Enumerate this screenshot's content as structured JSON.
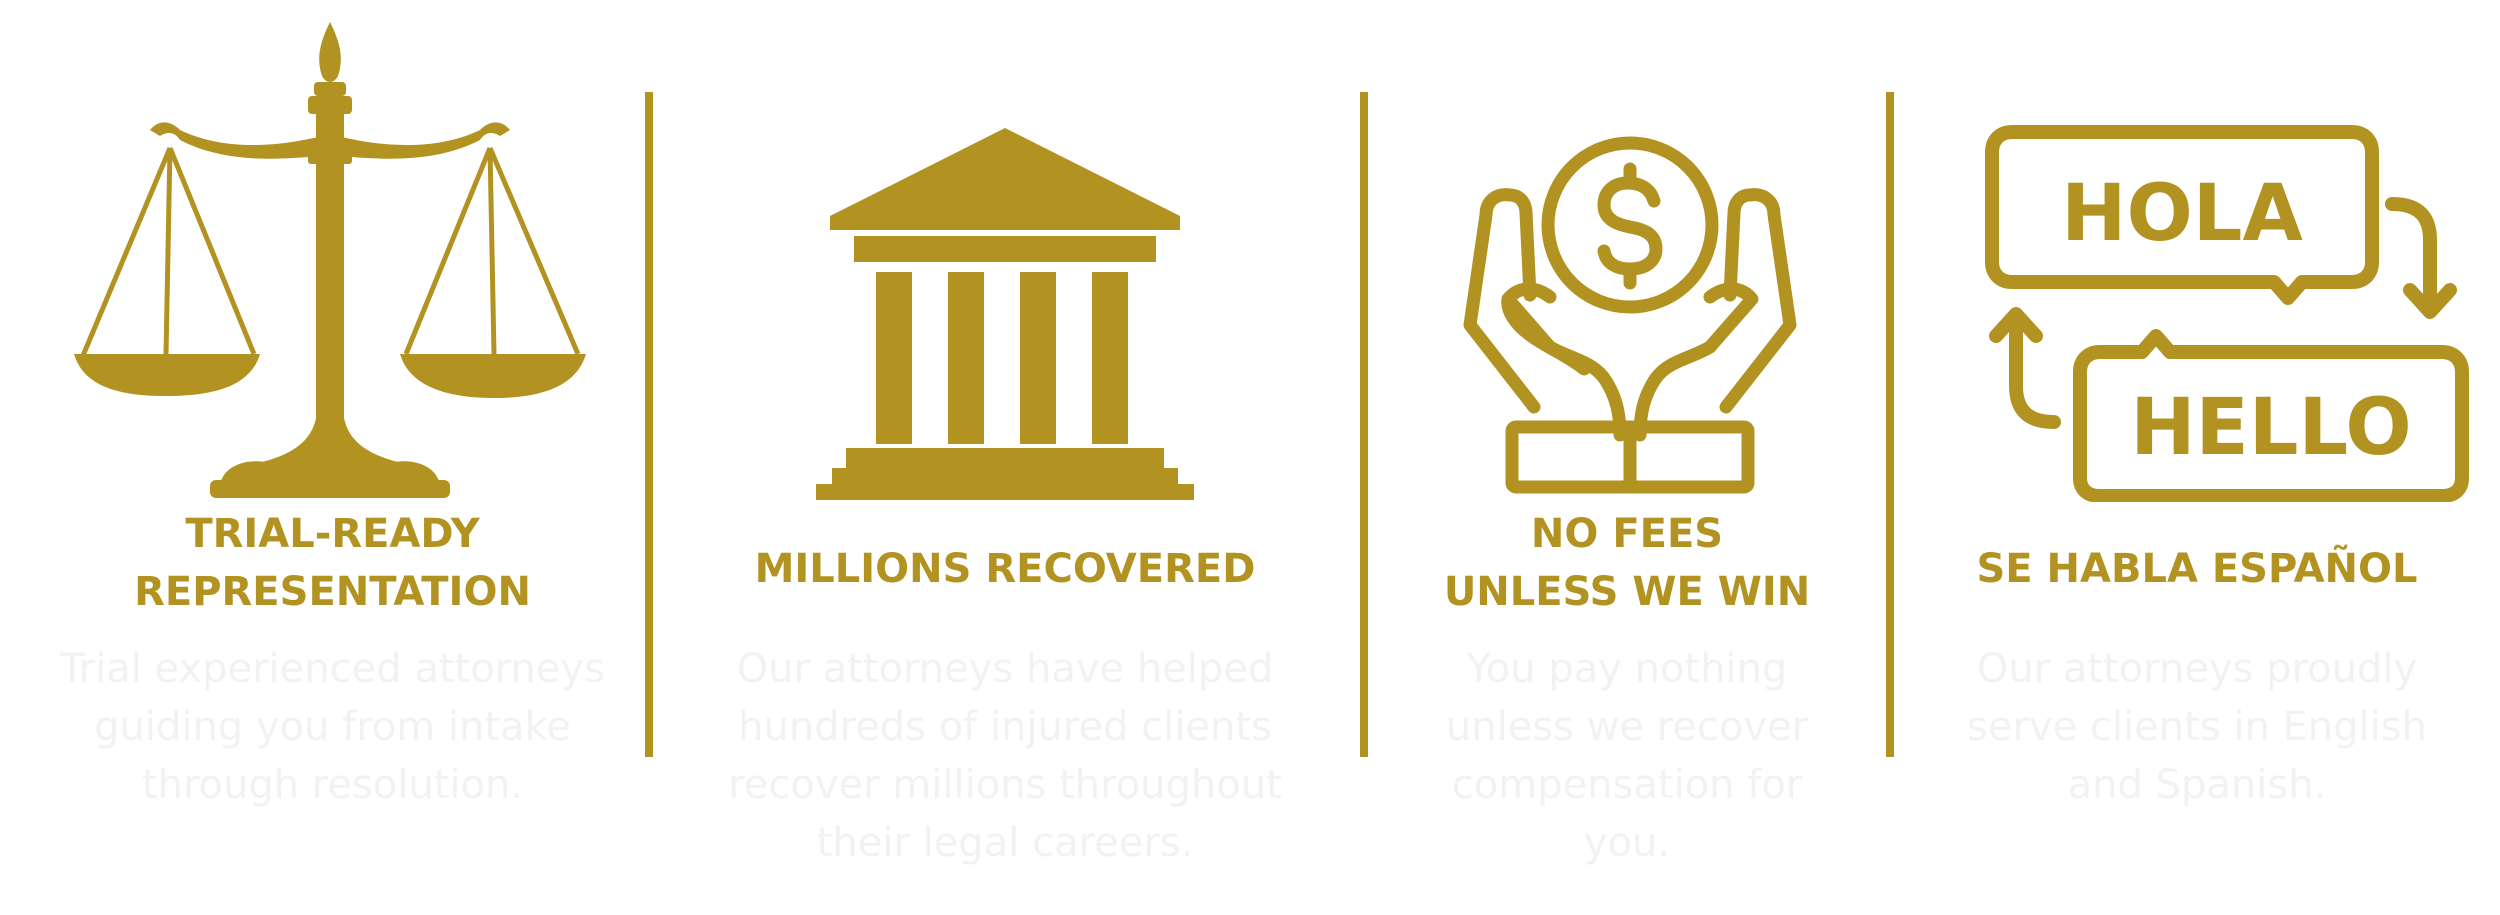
{
  "features": [
    {
      "icon": "scales-of-justice-icon",
      "title_lines": [
        "TRIAL-READY",
        "REPRESENTATION"
      ],
      "desc_lines": [
        "Trial experienced attorneys",
        "guiding you from intake",
        "through resolution."
      ]
    },
    {
      "icon": "courthouse-icon",
      "title_lines": [
        "MILLIONS RECOVERED"
      ],
      "desc_lines": [
        "Our attorneys have helped",
        "hundreds of injured clients",
        "recover millions throughout",
        "their legal careers."
      ]
    },
    {
      "icon": "hands-holding-coin-icon",
      "title_lines": [
        "NO FEES",
        "UNLESS WE WIN"
      ],
      "desc_lines": [
        "You pay nothing",
        "unless we recover",
        "compensation for",
        "you."
      ]
    },
    {
      "icon": "hola-hello-translation-icon",
      "icon_text": {
        "top": "HOLA",
        "bottom": "HELLO"
      },
      "title_lines": [
        "SE HABLA ESPAÑOL"
      ],
      "desc_lines": [
        "Our attorneys proudly",
        "serve clients in English",
        "and Spanish."
      ]
    }
  ],
  "colors": {
    "accent": "#b29321",
    "description_text": "#f2f2f2",
    "background": "#ffffff"
  }
}
